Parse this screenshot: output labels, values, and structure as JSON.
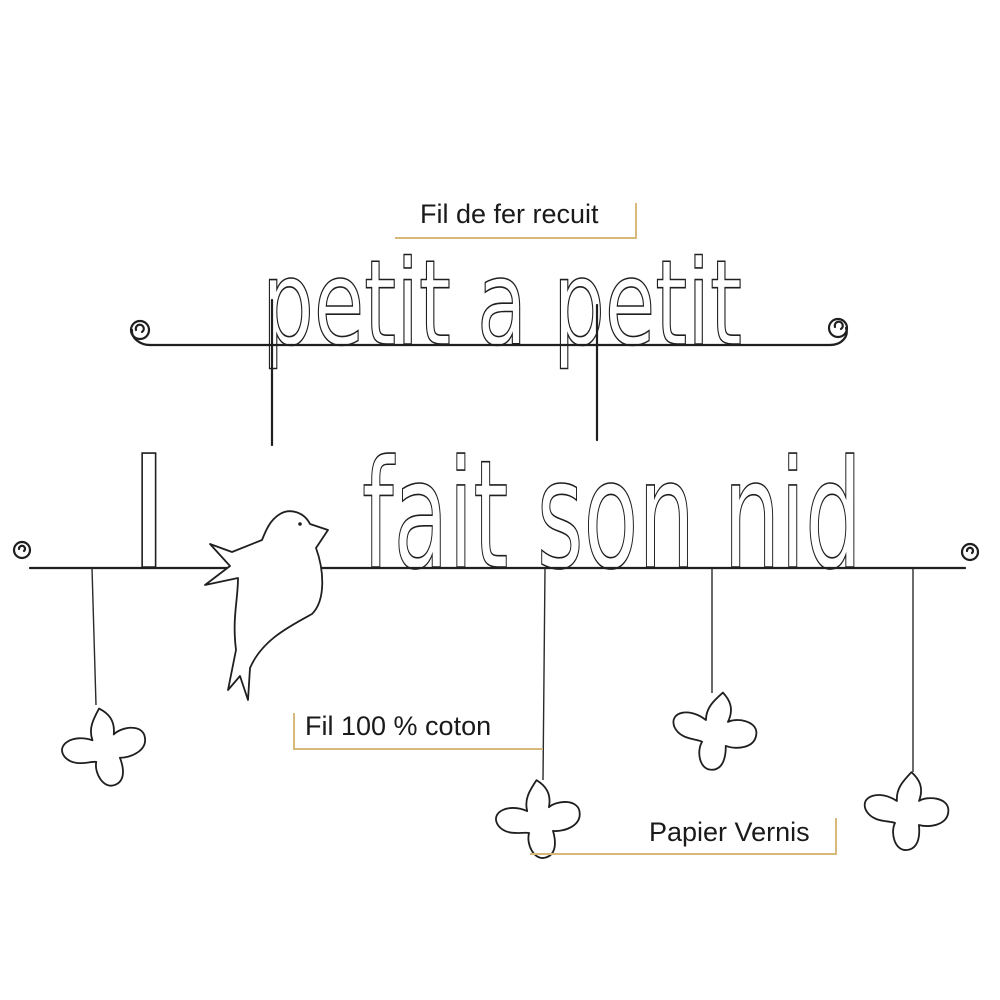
{
  "artwork": {
    "line1": "petit a petit",
    "line2_part1": "l",
    "line2_part2": "fait son nid"
  },
  "labels": {
    "wire": "Fil de fer recuit",
    "thread": "Fil 100 % coton",
    "paper": "Papier Vernis"
  },
  "colors": {
    "wire": "#1f1f1f",
    "callout_line": "#d7b97c"
  }
}
